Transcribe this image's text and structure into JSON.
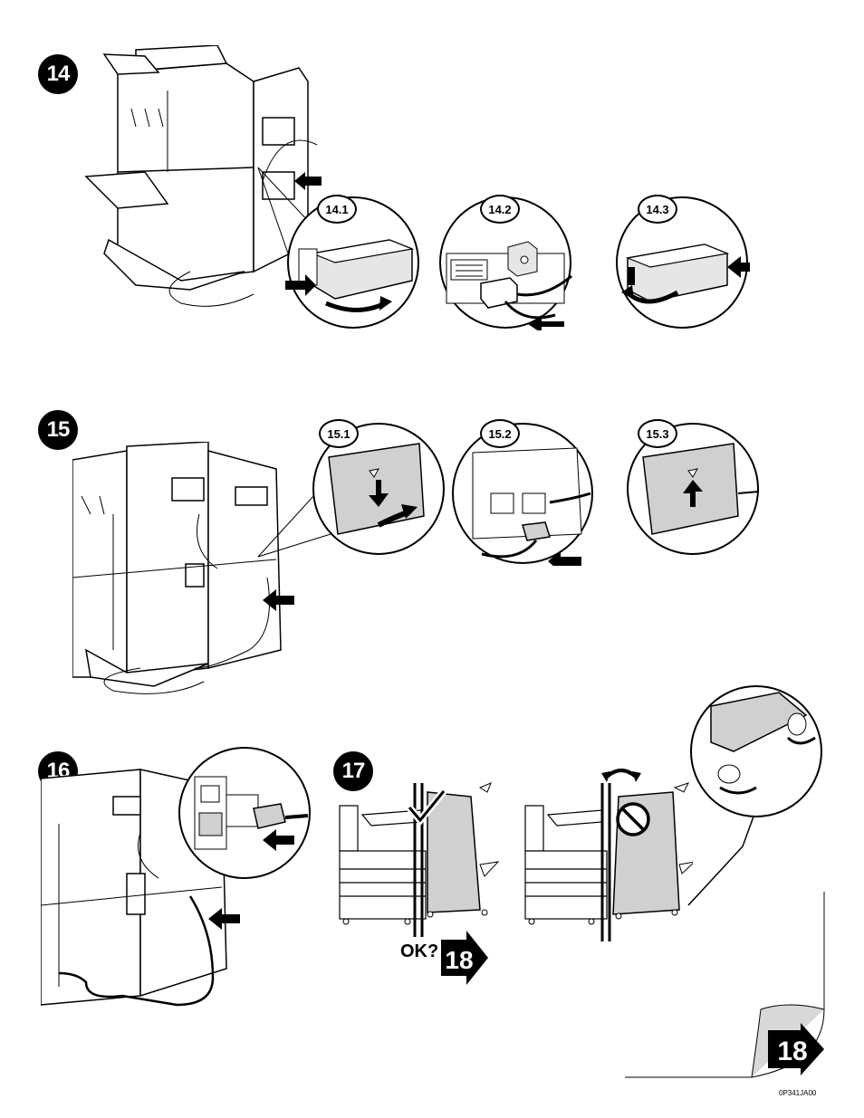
{
  "steps": {
    "s14": {
      "number": "14",
      "subs": [
        "14.1",
        "14.2",
        "14.3"
      ]
    },
    "s15": {
      "number": "15",
      "subs": [
        "15.1",
        "15.2",
        "15.3"
      ]
    },
    "s16": {
      "number": "16"
    },
    "s17": {
      "number": "17",
      "ok_text": "OK?",
      "next_step": "18"
    }
  },
  "page": {
    "next_page_step": "18",
    "doc_code": "0P341JA00"
  },
  "icons": {
    "check": "checkmark-icon",
    "no": "prohibited-icon",
    "arrow": "right-arrow-icon",
    "rotate": "rotate-arrow-icon"
  }
}
